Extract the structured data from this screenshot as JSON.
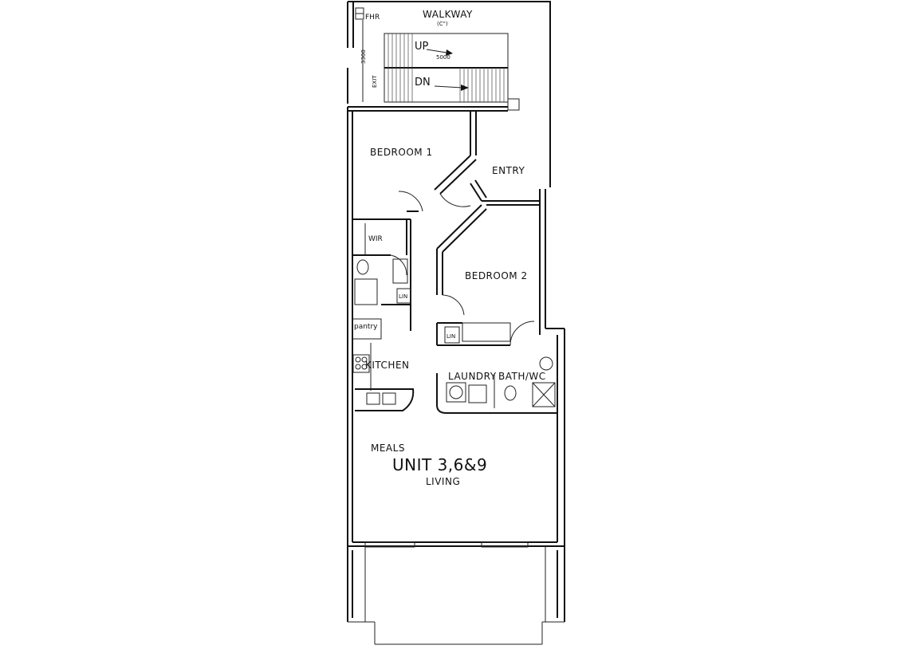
{
  "rooms": {
    "walkway": "WALKWAY",
    "walkway_note": "(C\")",
    "fhr": "FHR",
    "stair_up": "UP",
    "stair_dn": "DN",
    "stair_dim": "5000",
    "exit": "EXIT",
    "dim_3300": "3300",
    "bedroom1": "BEDROOM 1",
    "entry": "ENTRY",
    "wir": "WIR",
    "bedroom2": "BEDROOM 2",
    "lin1": "LIN",
    "lin2": "LIN",
    "pantry": "pantry",
    "kitchen": "KITCHEN",
    "laundry": "LAUNDRY",
    "bath": "BATH/WC",
    "meals": "MEALS",
    "unit": "UNIT 3,6&9",
    "living": "LIVING"
  }
}
